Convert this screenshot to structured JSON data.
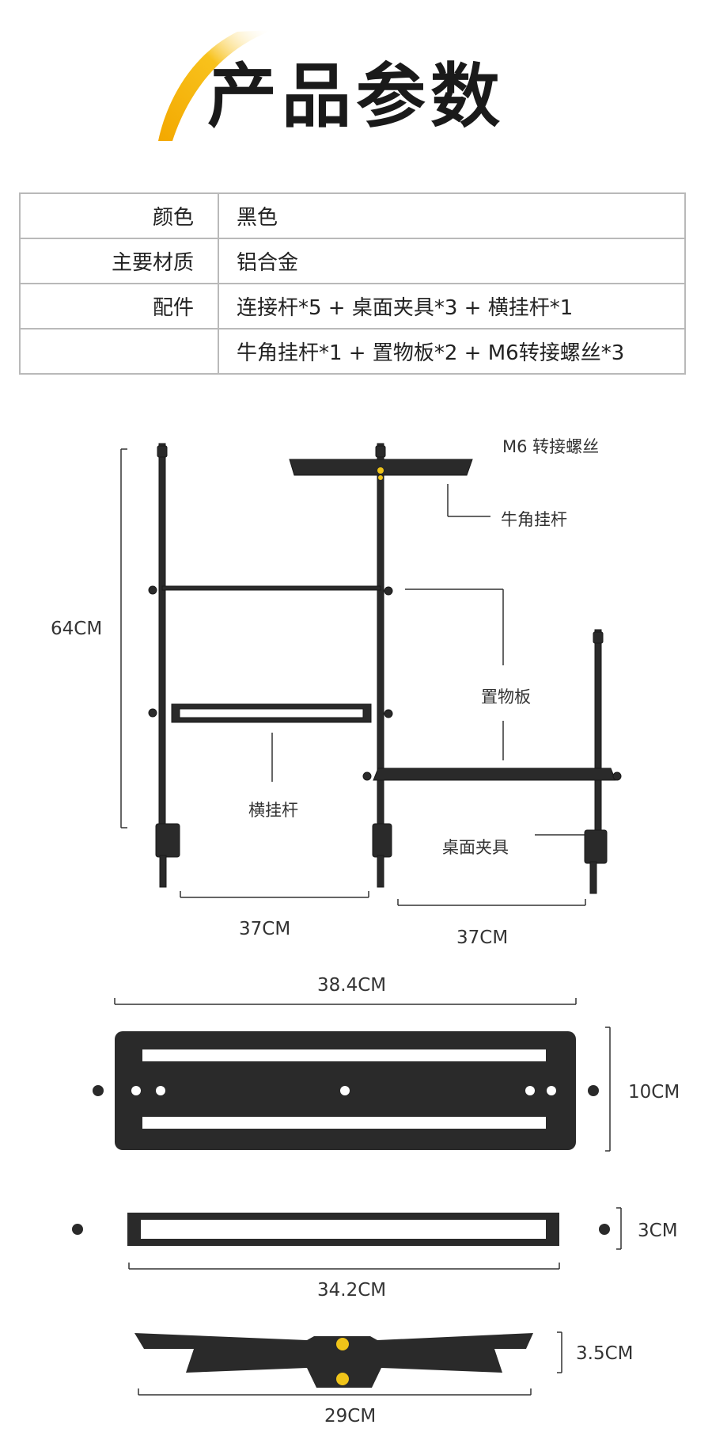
{
  "header": {
    "title": "产品参数"
  },
  "params": [
    {
      "key": "颜色",
      "value": "黑色"
    },
    {
      "key": "主要材质",
      "value": "铝合金"
    },
    {
      "key": "配件",
      "value": "连接杆*5 + 桌面夹具*3 + 横挂杆*1"
    },
    {
      "key": "",
      "value": "牛角挂杆*1 + 置物板*2 + M6转接螺丝*3"
    }
  ],
  "diagram": {
    "labels": {
      "m6": "M6 转接螺丝",
      "horn": "牛角挂杆",
      "shelf": "置物板",
      "hbar": "横挂杆",
      "clamp": "桌面夹具"
    },
    "dims": {
      "height": "64CM",
      "width_left": "37CM",
      "width_right": "37CM",
      "shelf_len": "38.4CM",
      "shelf_w": "10CM",
      "bar_h": "3CM",
      "bar_len": "34.2CM",
      "horn_h": "3.5CM",
      "horn_len": "29CM"
    }
  },
  "colors": {
    "accent": "#f5b800",
    "metal": "#2a2a2a",
    "border": "#b9b9b9"
  }
}
